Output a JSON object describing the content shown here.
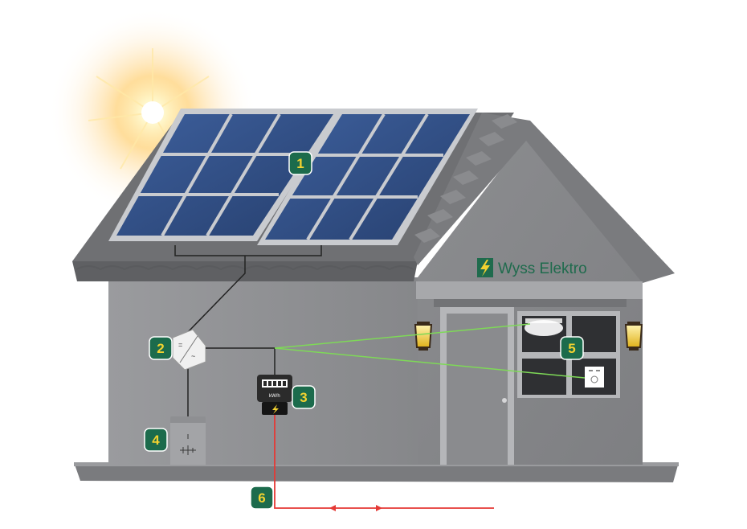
{
  "brand": {
    "name": "Wyss Elektro",
    "color": "#1f6b4d",
    "logo_icon": "lightning-bolt-icon"
  },
  "markers": [
    {
      "id": "1",
      "component": "solar-panels"
    },
    {
      "id": "2",
      "component": "inverter"
    },
    {
      "id": "3",
      "component": "electricity-meter"
    },
    {
      "id": "4",
      "component": "battery-storage"
    },
    {
      "id": "5",
      "component": "household-consumers"
    },
    {
      "id": "6",
      "component": "grid-connection"
    }
  ],
  "meter": {
    "unit": "kW/h"
  },
  "colors": {
    "badge_fill": "#1c6b4c",
    "badge_text": "#f2d230",
    "wall": "#8f9093",
    "roof": "#6f7073",
    "panel": "#2f4d86",
    "dc_line": "#222222",
    "ac_line": "#7ed957",
    "grid_line": "#e53935"
  },
  "icons": {
    "sun": "sun-icon",
    "lamp": "wall-lamp-icon",
    "inverter": "inverter-icon",
    "battery": "battery-icon",
    "socket": "socket-icon",
    "ceiling_light": "ceiling-light-icon"
  }
}
